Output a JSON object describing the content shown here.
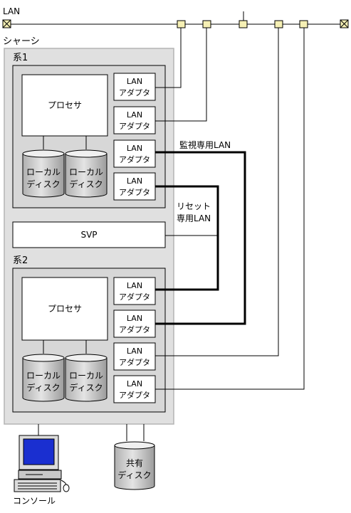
{
  "lan_label": "LAN",
  "chassis_label": "シャーシ",
  "system1": {
    "label": "系1",
    "processor": "プロセサ",
    "disks": [
      {
        "line1": "ローカル",
        "line2": "ディスク"
      },
      {
        "line1": "ローカル",
        "line2": "ディスク"
      }
    ],
    "adapters": [
      {
        "line1": "LAN",
        "line2": "アダプタ"
      },
      {
        "line1": "LAN",
        "line2": "アダプタ"
      },
      {
        "line1": "LAN",
        "line2": "アダプタ"
      },
      {
        "line1": "LAN",
        "line2": "アダプタ"
      }
    ]
  },
  "svp": "SVP",
  "system2": {
    "label": "系2",
    "processor": "プロセサ",
    "disks": [
      {
        "line1": "ローカル",
        "line2": "ディスク"
      },
      {
        "line1": "ローカル",
        "line2": "ディスク"
      }
    ],
    "adapters": [
      {
        "line1": "LAN",
        "line2": "アダプタ"
      },
      {
        "line1": "LAN",
        "line2": "アダプタ"
      },
      {
        "line1": "LAN",
        "line2": "アダプタ"
      },
      {
        "line1": "LAN",
        "line2": "アダプタ"
      }
    ]
  },
  "monitor_lan_label": "監視専用LAN",
  "reset_lan_label": {
    "line1": "リセット",
    "line2": "専用LAN"
  },
  "shared_disk": {
    "line1": "共有",
    "line2": "ディスク"
  },
  "console_label": "コンソール",
  "colors": {
    "chassis_fill": "#e0e0e0",
    "chassis_border": "#b4b4b4",
    "node_fill": "#d7d7d7",
    "tap_fill": "#f6f0b4",
    "disk_fill": "#c8c8c8",
    "screen_fill": "#1a2fd0"
  }
}
